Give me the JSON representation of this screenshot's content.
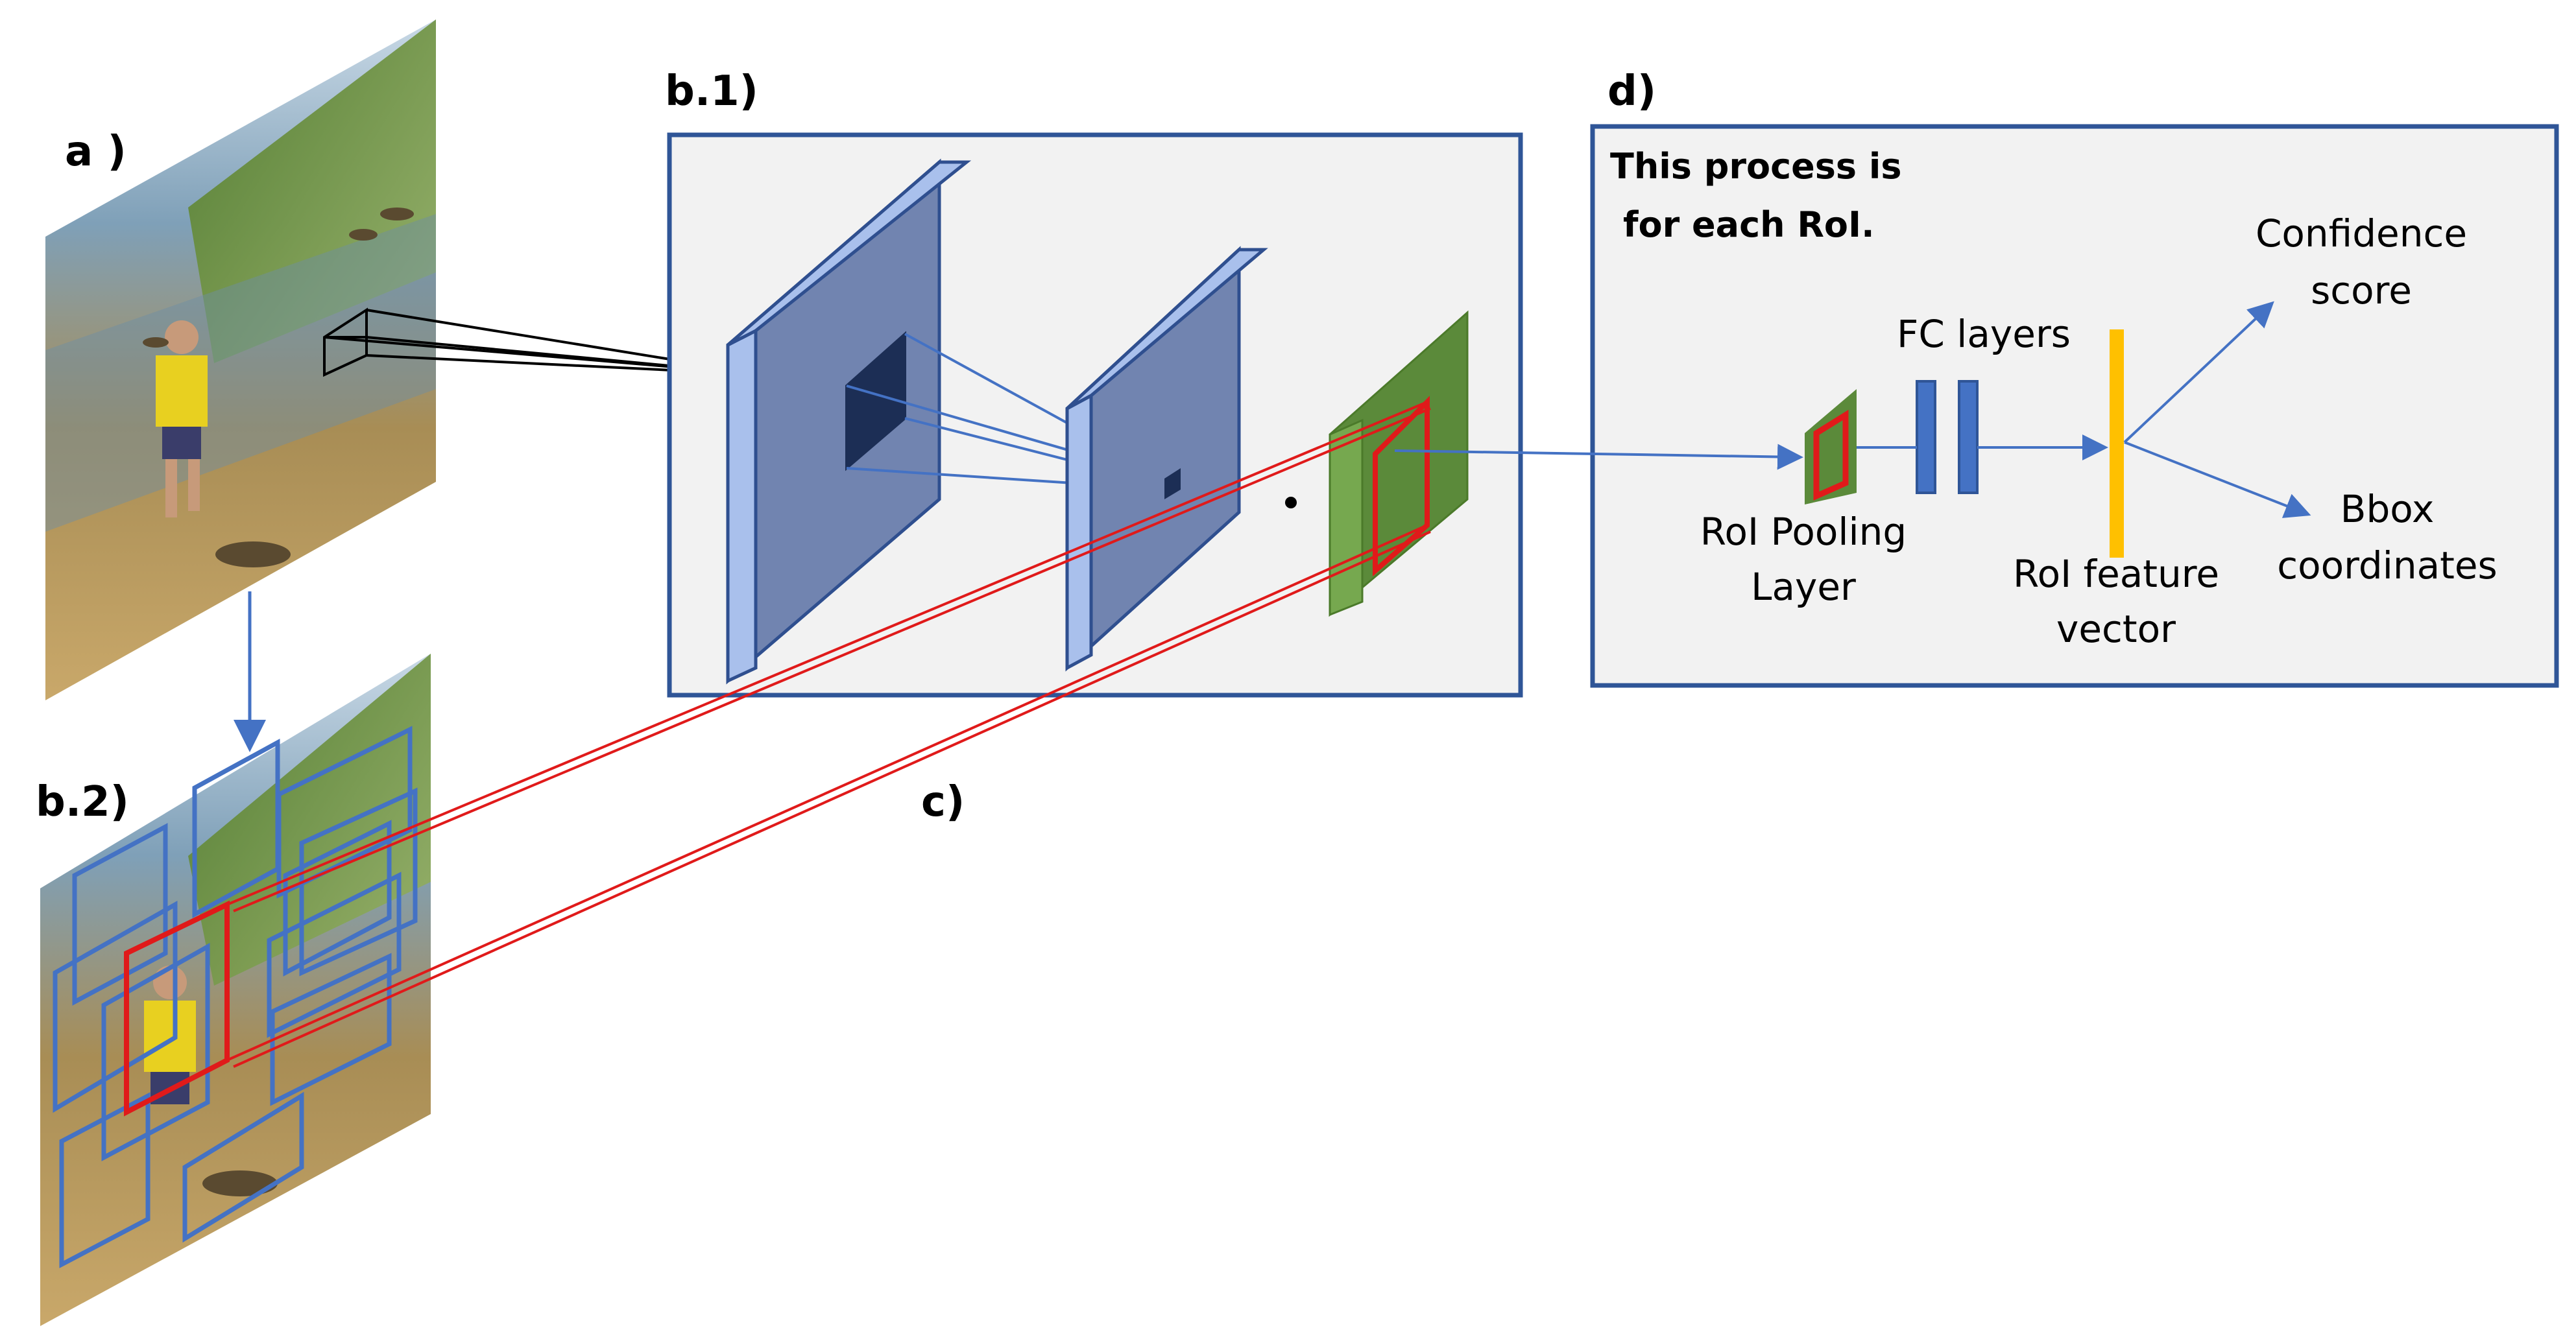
{
  "labels": {
    "a": "a )",
    "b1": "b.1)",
    "b2": "b.2)",
    "c": "c)",
    "d": "d)"
  },
  "panel_d": {
    "note_line1": "This process is",
    "note_line2": "for each RoI.",
    "fc_layers": "FC layers",
    "roi_pooling_line1": "RoI Pooling",
    "roi_pooling_line2": "Layer",
    "roi_feature_line1": "RoI feature",
    "roi_feature_line2": "vector",
    "confidence_line1": "Confidence",
    "confidence_line2": "score",
    "bbox_line1": "Bbox",
    "bbox_line2": "coordinates"
  },
  "colors": {
    "blue_face": "#7184b0",
    "blue_edge": "#2f4f8f",
    "blue_light": "#a9c0ec",
    "green_face": "#5b8a3a",
    "green_light": "#76a84f",
    "red": "#e01a1a",
    "arrow_blue": "#4472c4",
    "orange": "#ffc000",
    "panel_fill": "#f2f2f2",
    "panel_border": "#2f5597"
  }
}
